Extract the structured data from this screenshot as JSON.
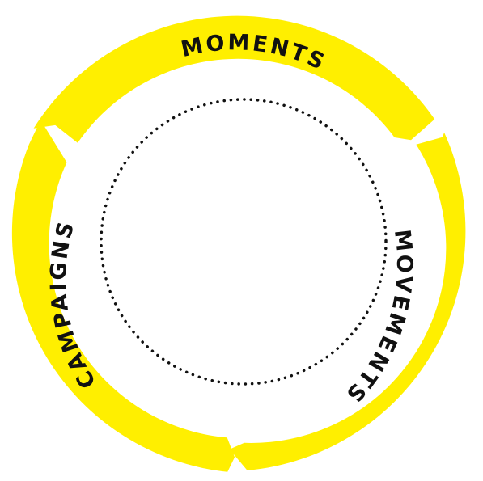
{
  "diagram": {
    "segments": [
      {
        "label": "MOMENTS"
      },
      {
        "label": "MOVEMENTS"
      },
      {
        "label": "CAMPAIGNS"
      }
    ],
    "colors": {
      "ring": "#FFEF00",
      "text": "#111111",
      "center_outline": "#111111",
      "background": "#FFFFFF"
    }
  }
}
